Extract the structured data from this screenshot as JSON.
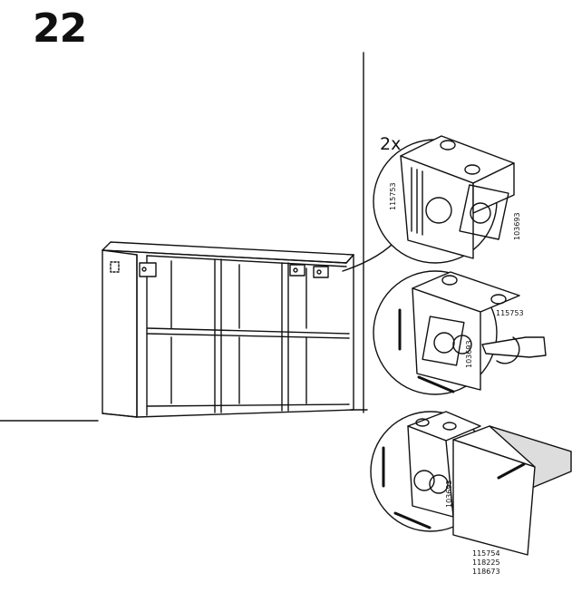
{
  "step": {
    "number": "22",
    "quantity": "2x"
  },
  "part_numbers": {
    "bracket": "115753",
    "plate": "103693",
    "codes": [
      "115754",
      "118225",
      "118673"
    ]
  },
  "colors": {
    "line": "#111111",
    "background": "#ffffff",
    "wall_shadow": "#555555"
  },
  "icons": [
    "shelf-unit",
    "wall-bracket",
    "screwdriver",
    "rotation-arrow",
    "adjust-arrow",
    "push-arrow"
  ]
}
